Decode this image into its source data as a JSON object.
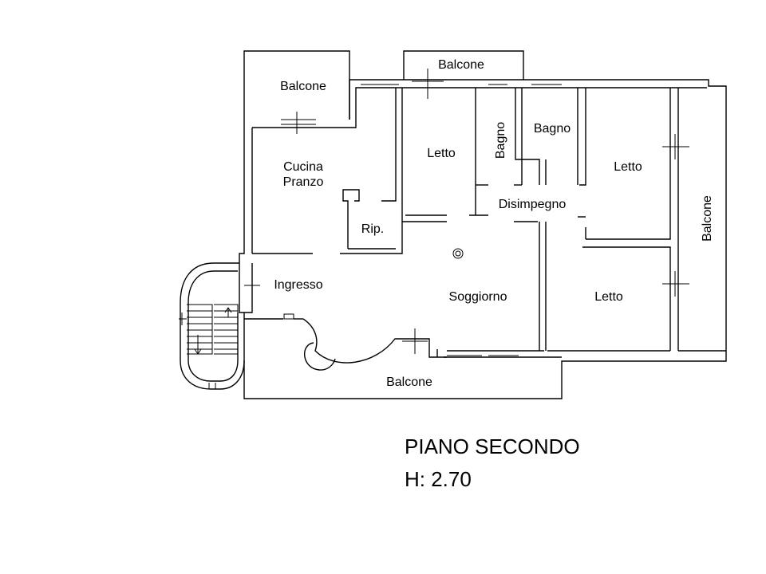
{
  "rooms": {
    "balcone_top_left": "Balcone",
    "balcone_top_center": "Balcone",
    "balcone_right": "Balcone",
    "balcone_bottom": "Balcone",
    "cucina_line1": "Cucina",
    "cucina_line2": "Pranzo",
    "ripostiglio": "Rip.",
    "ingresso": "Ingresso",
    "letto_1": "Letto",
    "letto_2": "Letto",
    "letto_3": "Letto",
    "bagno_1": "Bagno",
    "bagno_2": "Bagno",
    "disimpegno": "Disimpegno",
    "soggiorno": "Soggiorno"
  },
  "footer": {
    "floor_name": "PIANO SECONDO",
    "ceiling_height": "H: 2.70"
  }
}
